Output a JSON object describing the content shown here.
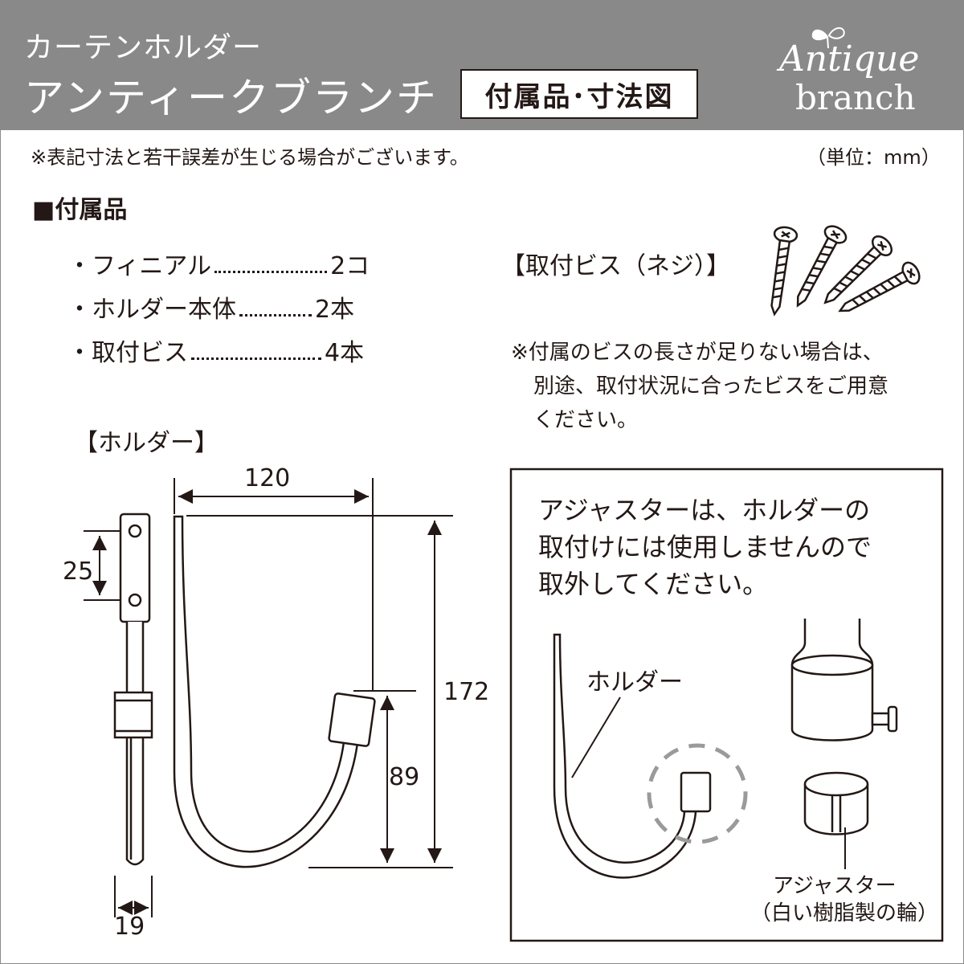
{
  "header": {
    "subtitle": "カーテンホルダー",
    "title": "アンティークブランチ",
    "badge": "付属品･寸法図",
    "logo_line1": "Antique",
    "logo_line2": "branch"
  },
  "notes": {
    "tolerance": "※表記寸法と若干誤差が生じる場合がございます。",
    "unit": "（単位：mm）"
  },
  "accessories": {
    "heading": "■付属品",
    "items": [
      {
        "name": "・フィニアル",
        "qty": "2コ"
      },
      {
        "name": "・ホルダー本体",
        "qty": "2本"
      },
      {
        "name": "・取付ビス",
        "qty": "4本"
      }
    ],
    "screw_label": "【取付ビス（ネジ）】",
    "screw_note": [
      "※付属のビスの長さが足りない場合は、",
      "別途、取付状況に合ったビスをご用意",
      "ください。"
    ]
  },
  "holder": {
    "heading": "【ホルダー】",
    "dims": {
      "width": "120",
      "height": "172",
      "inner": "89",
      "hole_pitch": "25",
      "rod": "19"
    }
  },
  "adjuster": {
    "note": [
      "アジャスターは、ホルダーの",
      "取付けには使用しませんので",
      "取外してください。"
    ],
    "holder_label": "ホルダー",
    "adjuster_label": "アジャスター",
    "adjuster_sub": "（白い樹脂製の輪）"
  }
}
